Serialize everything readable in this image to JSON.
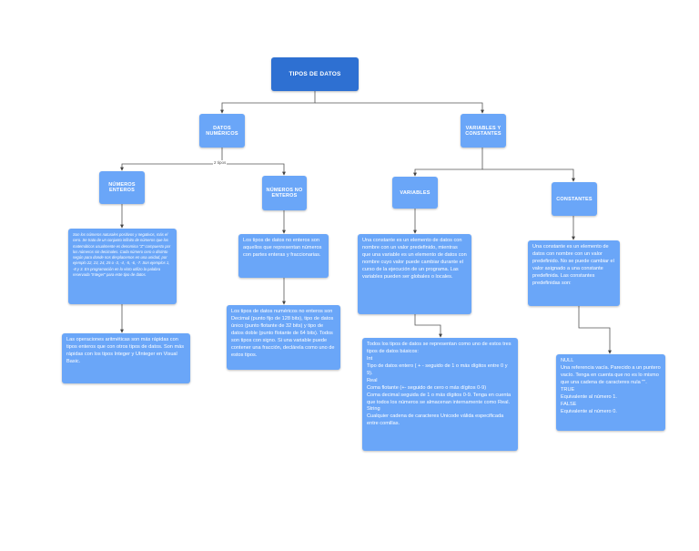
{
  "diagram": {
    "root": "TIPOS DE DATOS",
    "level1": {
      "numeric": "DATOS NUMÉRICOS",
      "varconst": "VARIABLES Y CONSTANTES"
    },
    "edge_label_numeric": "2 tipos",
    "level2": {
      "enteros": "NÚMEROS ENTEROS",
      "no_enteros": "NÚMEROS NO ENTEROS",
      "variables": "VARIABLES",
      "constantes": "CONSTANTES"
    },
    "text": {
      "enteros_def": "Son los números naturales positivos y negativos, más el cero. Se trata de un conjunto infinito de números que los matemáticos usualmente es denomina \"Z\" compuesto por los números sin decimales. Cada número cero o distinto según para donde nos desplacemos en una unidad, por ejemplo 22, 23, 24, 25 o -3, -4, -5, -6, -7. Son ejemplos 1, -8 y 3. En programación en lo visto utilizo la palabra reservada \"Integer\" para este tipo de datos.",
      "enteros_ops": "Las operaciones aritméticas son más rápidas con tipos enteros que con otros tipos de datos. Son más rápidas con los tipos Integer y UInteger en Visual Basic.",
      "no_enteros_def": "Los tipos de datos no enteros son aquellos que representan números con partes enteras y fraccionarias.",
      "no_enteros_tipos": "Los tipos de datos numéricos no enteros son Decimal (punto fijo de 128 bits), tipo de datos único (punto flotante de 32 bits) y tipo de datos doble (punto flotante de 64 bits). Todos son tipos con signo. Si una variable puede contener una fracción, declárela como uno de estos tipos.",
      "variables_def": "Una constante es un elemento de datos con nombre con un valor predefinido, mientras que una variable es un elemento de datos con nombre cuyo valor puede cambiar durante el curso de la ejecución de un programa. Las variables pueden ser globales o locales.",
      "variables_tipos": "Todos los tipos de datos se representan como uno de estos tres tipos de datos básicos:\nInt\nTipo de datos entero ( + - seguido de 1 o más dígitos entre 0 y 9).\nReal\nComa flotante (+- seguido de cero o más dígitos 0-9)\nComa decimal seguida de 1 o más dígitos 0-9. Tenga en cuenta que todos los números se almacenan internamente como Real.\nString\nCualquier cadena de caracteres Unicode válida especificada entre comillas.",
      "constantes_def": "Una constante es un elemento de datos con nombre con un valor predefinido. No se puede cambiar el valor asignado a una constante predefinida. Las constantes predefinidas son:",
      "constantes_lista": "NULL\nUna referencia vacía. Parecido a un puntero vacío. Tenga en cuenta que no es lo mismo que una cadena de caracteres nula \"\".\nTRUE\nEquivalente al número 1.\nFALSE\nEquivalente al número 0."
    },
    "colors": {
      "root": "#2e70d2",
      "node": "#6aa6f8",
      "edge": "#555555"
    }
  }
}
